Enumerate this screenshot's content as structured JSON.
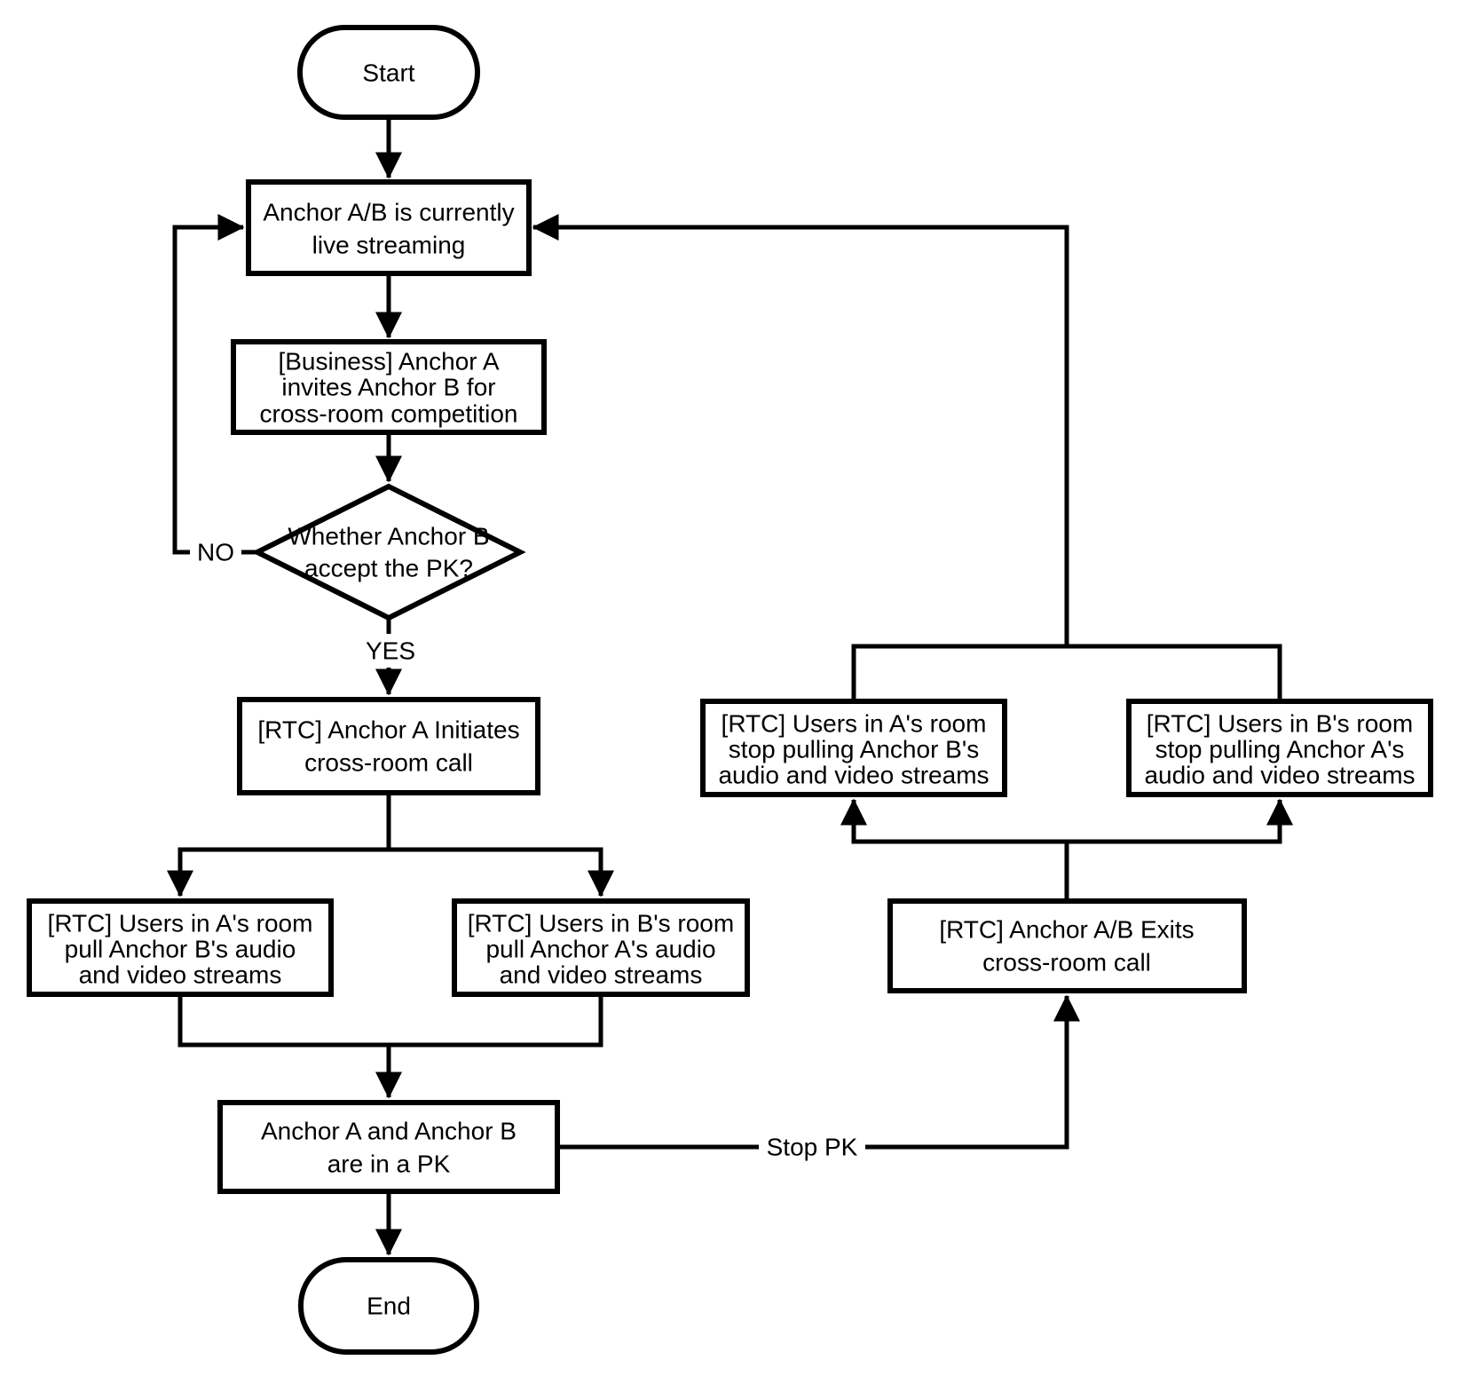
{
  "diagram": {
    "type": "flowchart",
    "background_color": "#ffffff",
    "stroke_color": "#000000",
    "text_color": "#000000",
    "nodes": {
      "start": {
        "label": "Start"
      },
      "live": {
        "lines": [
          "Anchor A/B is currently",
          "live streaming"
        ]
      },
      "invite": {
        "lines": [
          "[Business] Anchor A",
          "invites Anchor B for",
          "cross-room competition"
        ]
      },
      "decision": {
        "lines": [
          "Whether Anchor B",
          "accept the PK?"
        ]
      },
      "initiate": {
        "lines": [
          "[RTC] Anchor A Initiates",
          "cross-room call"
        ]
      },
      "pull_a": {
        "lines": [
          "[RTC] Users in A's room",
          "pull Anchor B's audio",
          "and video streams"
        ]
      },
      "pull_b": {
        "lines": [
          "[RTC] Users in B's room",
          "pull Anchor A's audio",
          "and video streams"
        ]
      },
      "pk": {
        "lines": [
          "Anchor A and Anchor B",
          "are in a PK"
        ]
      },
      "end": {
        "label": "End"
      },
      "stop_a": {
        "lines": [
          "[RTC] Users in A's room",
          "stop pulling Anchor B's",
          "audio and video streams"
        ]
      },
      "stop_b": {
        "lines": [
          "[RTC] Users in B's room",
          "stop pulling Anchor A's",
          "audio and video streams"
        ]
      },
      "exit": {
        "lines": [
          "[RTC] Anchor A/B Exits",
          "cross-room call"
        ]
      }
    },
    "edge_labels": {
      "no": "NO",
      "yes": "YES",
      "stop_pk": "Stop PK"
    }
  }
}
